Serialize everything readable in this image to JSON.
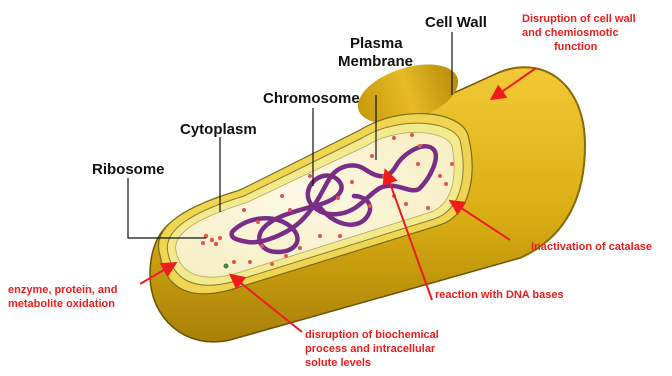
{
  "structure_labels": {
    "cell_wall": "Cell Wall",
    "plasma_membrane": [
      "Plasma",
      "Membrane"
    ],
    "chromosome": "Chromosome",
    "cytoplasm": "Cytoplasm",
    "ribosome": "Ribosome"
  },
  "effect_labels": {
    "cell_wall_disruption": [
      "Disruption of cell wall",
      "and chemiosmotic",
      "function"
    ],
    "catalase": "Inactivation of catalase",
    "dna": "reaction with DNA bases",
    "oxidation": [
      "enzyme, protein, and",
      "metabolite oxidation"
    ],
    "biochemical": [
      "disruption of biochemical",
      "process and intracellular",
      "solute levels"
    ]
  },
  "colors": {
    "cell_wall": "#d9ad12",
    "cell_wall_dark": "#9e7a06",
    "membrane": "#f3ea8e",
    "cytoplasm": "#fbf6d8",
    "chromosome": "#7a2d86",
    "ribosome": "#e0554f",
    "annotation_text": "#ee1c1c",
    "label_text": "#111111"
  }
}
